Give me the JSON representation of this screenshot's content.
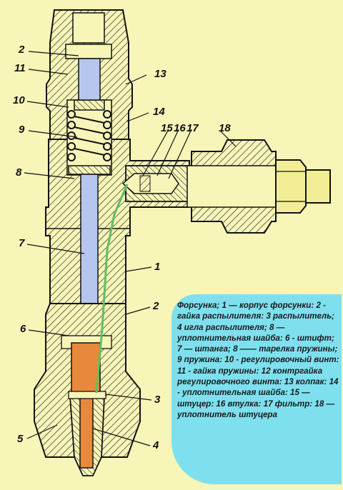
{
  "labels": {
    "l1": "1",
    "l2a": "2",
    "l2b": "2",
    "l3": "3",
    "l4": "4",
    "l5": "5",
    "l6": "6",
    "l7": "7",
    "l8": "8",
    "l9": "9",
    "l10": "10",
    "l11": "11",
    "l13": "13",
    "l14": "14",
    "l15": "15",
    "l16": "16",
    "l17": "17",
    "l18": "18"
  },
  "legend": "Форсунка; 1 — корпус форсунки: 2 - гайка распылителя: 3 распылитель; 4 игла распылителя; 8 — уплотнительная шайба: 6 - штифт; 7 — штанга; 8 —— тарелка пружины; 9 пружина: 10 - регулировочный винт: 11 - гайка пружины: 12 контргайка регулировочного винта: 13 колпак: 14 - уплотнительная шайба: 15 — штуцер: 16 втулка: 17 фильтр: 18 — уплотнитель штуцера",
  "colors": {
    "background": "#f7f5b8",
    "legend_fill": "#7ee0ef",
    "rod": "#b6c6ee",
    "needle": "#e8883c",
    "channel": "#60c060",
    "ink": "#111111"
  }
}
